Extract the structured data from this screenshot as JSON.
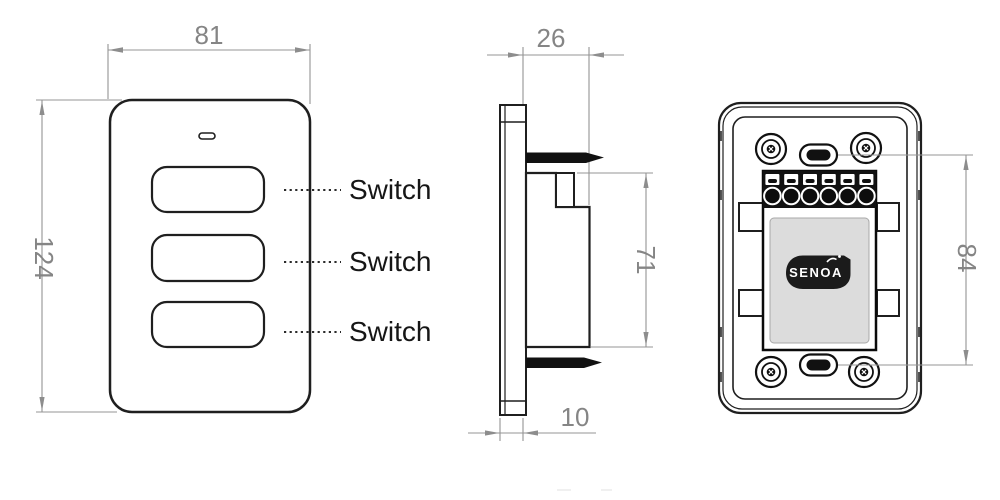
{
  "front_view": {
    "width_mm": "81",
    "height_mm": "124",
    "switches": [
      "Switch",
      "Switch",
      "Switch"
    ]
  },
  "side_view": {
    "depth_mm": "26",
    "body_height_mm": "71",
    "plate_depth_mm": "10"
  },
  "back_view": {
    "screw_hole_span_mm": "84",
    "brand": "SENOA"
  },
  "colors": {
    "line": "#1f1f1f",
    "dimension": "#949494",
    "dimension_text": "#858585",
    "label_fill": "#dcdcdc",
    "badge_fill": "#1b1b1b"
  }
}
